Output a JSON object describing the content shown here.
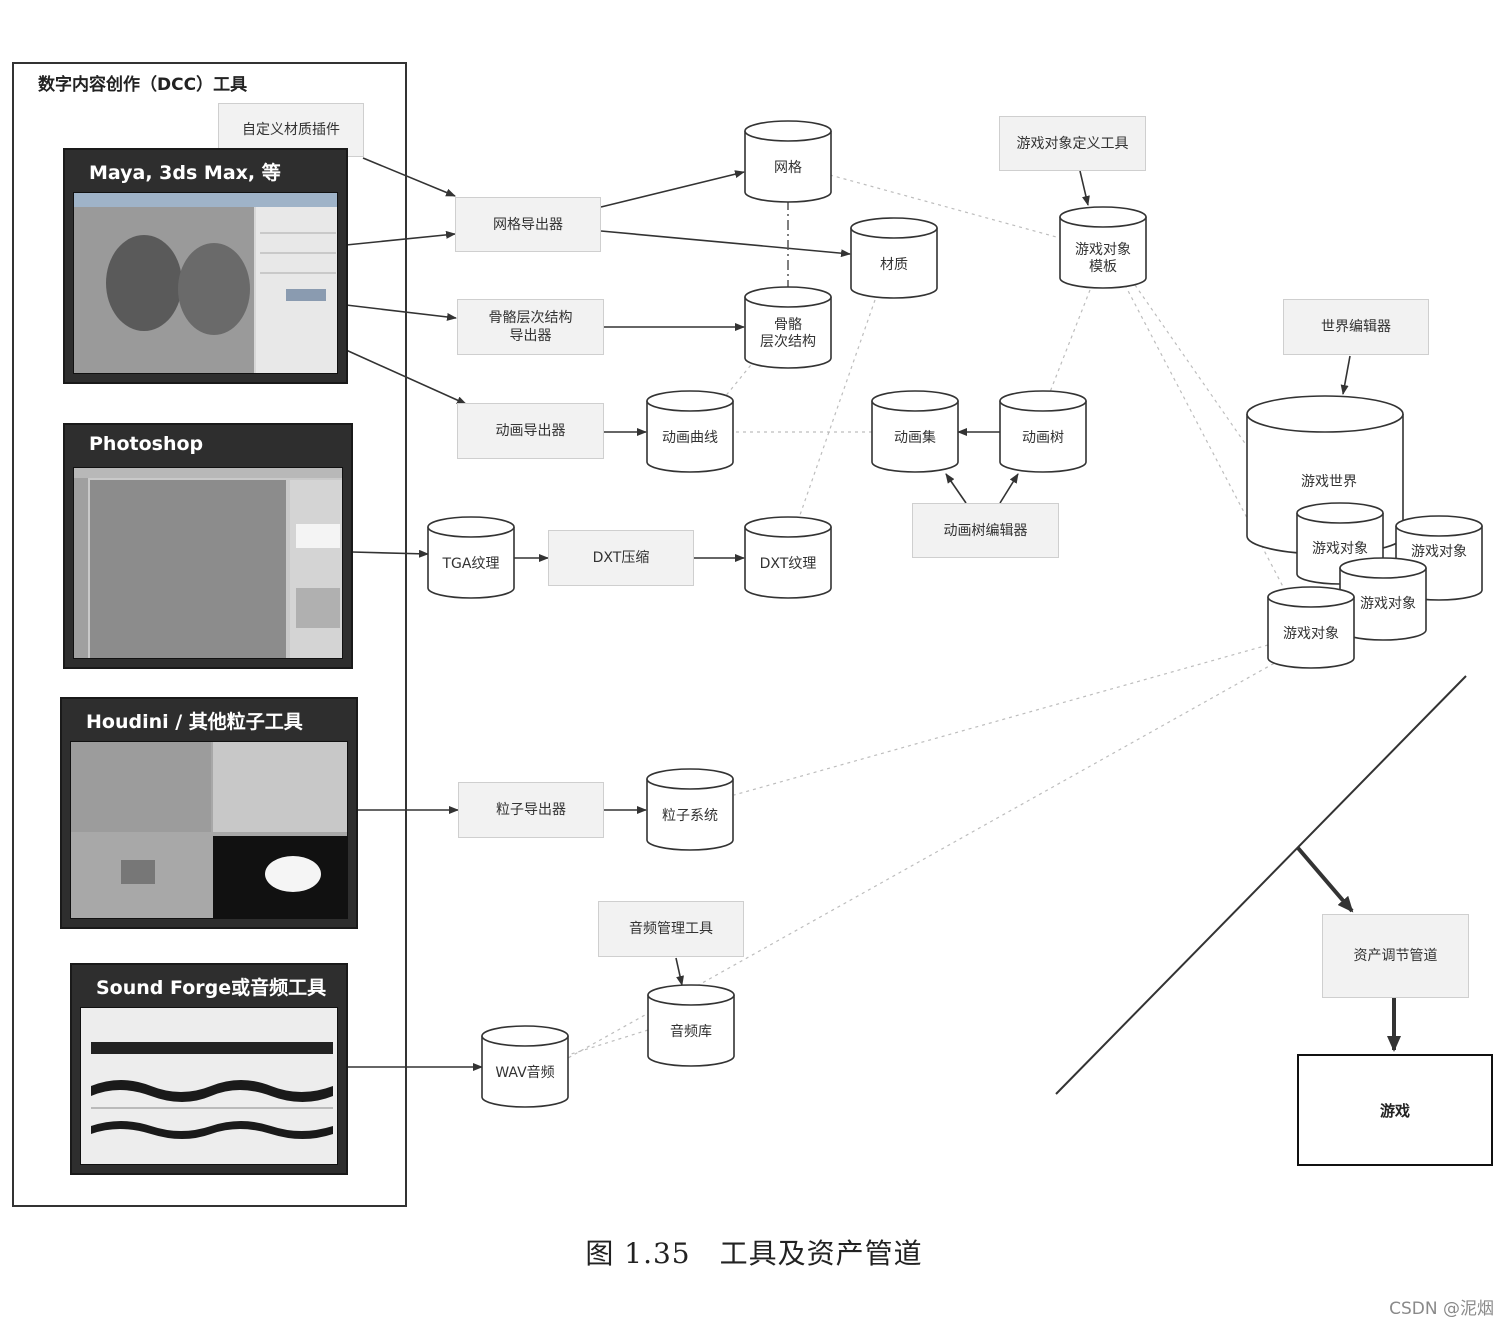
{
  "dcc": {
    "title": "数字内容创作（DCC）工具",
    "plugin_label": "自定义材质插件",
    "panels": {
      "maya": "Maya, 3ds Max, 等",
      "photoshop": "Photoshop",
      "houdini": "Houdini / 其他粒子工具",
      "soundforge": "Sound Forge或音频工具"
    }
  },
  "tools": {
    "mesh_exporter": "网格导出器",
    "skeleton_exporter": "骨骼层次结构\n导出器",
    "animation_exporter": "动画导出器",
    "dxt_compress": "DXT压缩",
    "particle_exporter": "粒子导出器",
    "audio_manager": "音频管理工具",
    "game_object_def_tool": "游戏对象定义工具",
    "anim_tree_editor": "动画树编辑器",
    "world_editor": "世界编辑器",
    "asset_pipeline": "资产调节管道"
  },
  "stores": {
    "mesh": "网格",
    "material": "材质",
    "skeleton": "骨骼\n层次结构",
    "anim_curve": "动画曲线",
    "tga": "TGA纹理",
    "dxt": "DXT纹理",
    "anim_set": "动画集",
    "anim_tree": "动画树",
    "go_template": "游戏对象\n模板",
    "particle": "粒子系统",
    "audio_lib": "音频库",
    "wav": "WAV音频",
    "game_world": "游戏世界",
    "game_object": "游戏对象"
  },
  "game": "游戏",
  "caption": "图 1.35　工具及资产管道",
  "watermark": "CSDN @泥烟"
}
